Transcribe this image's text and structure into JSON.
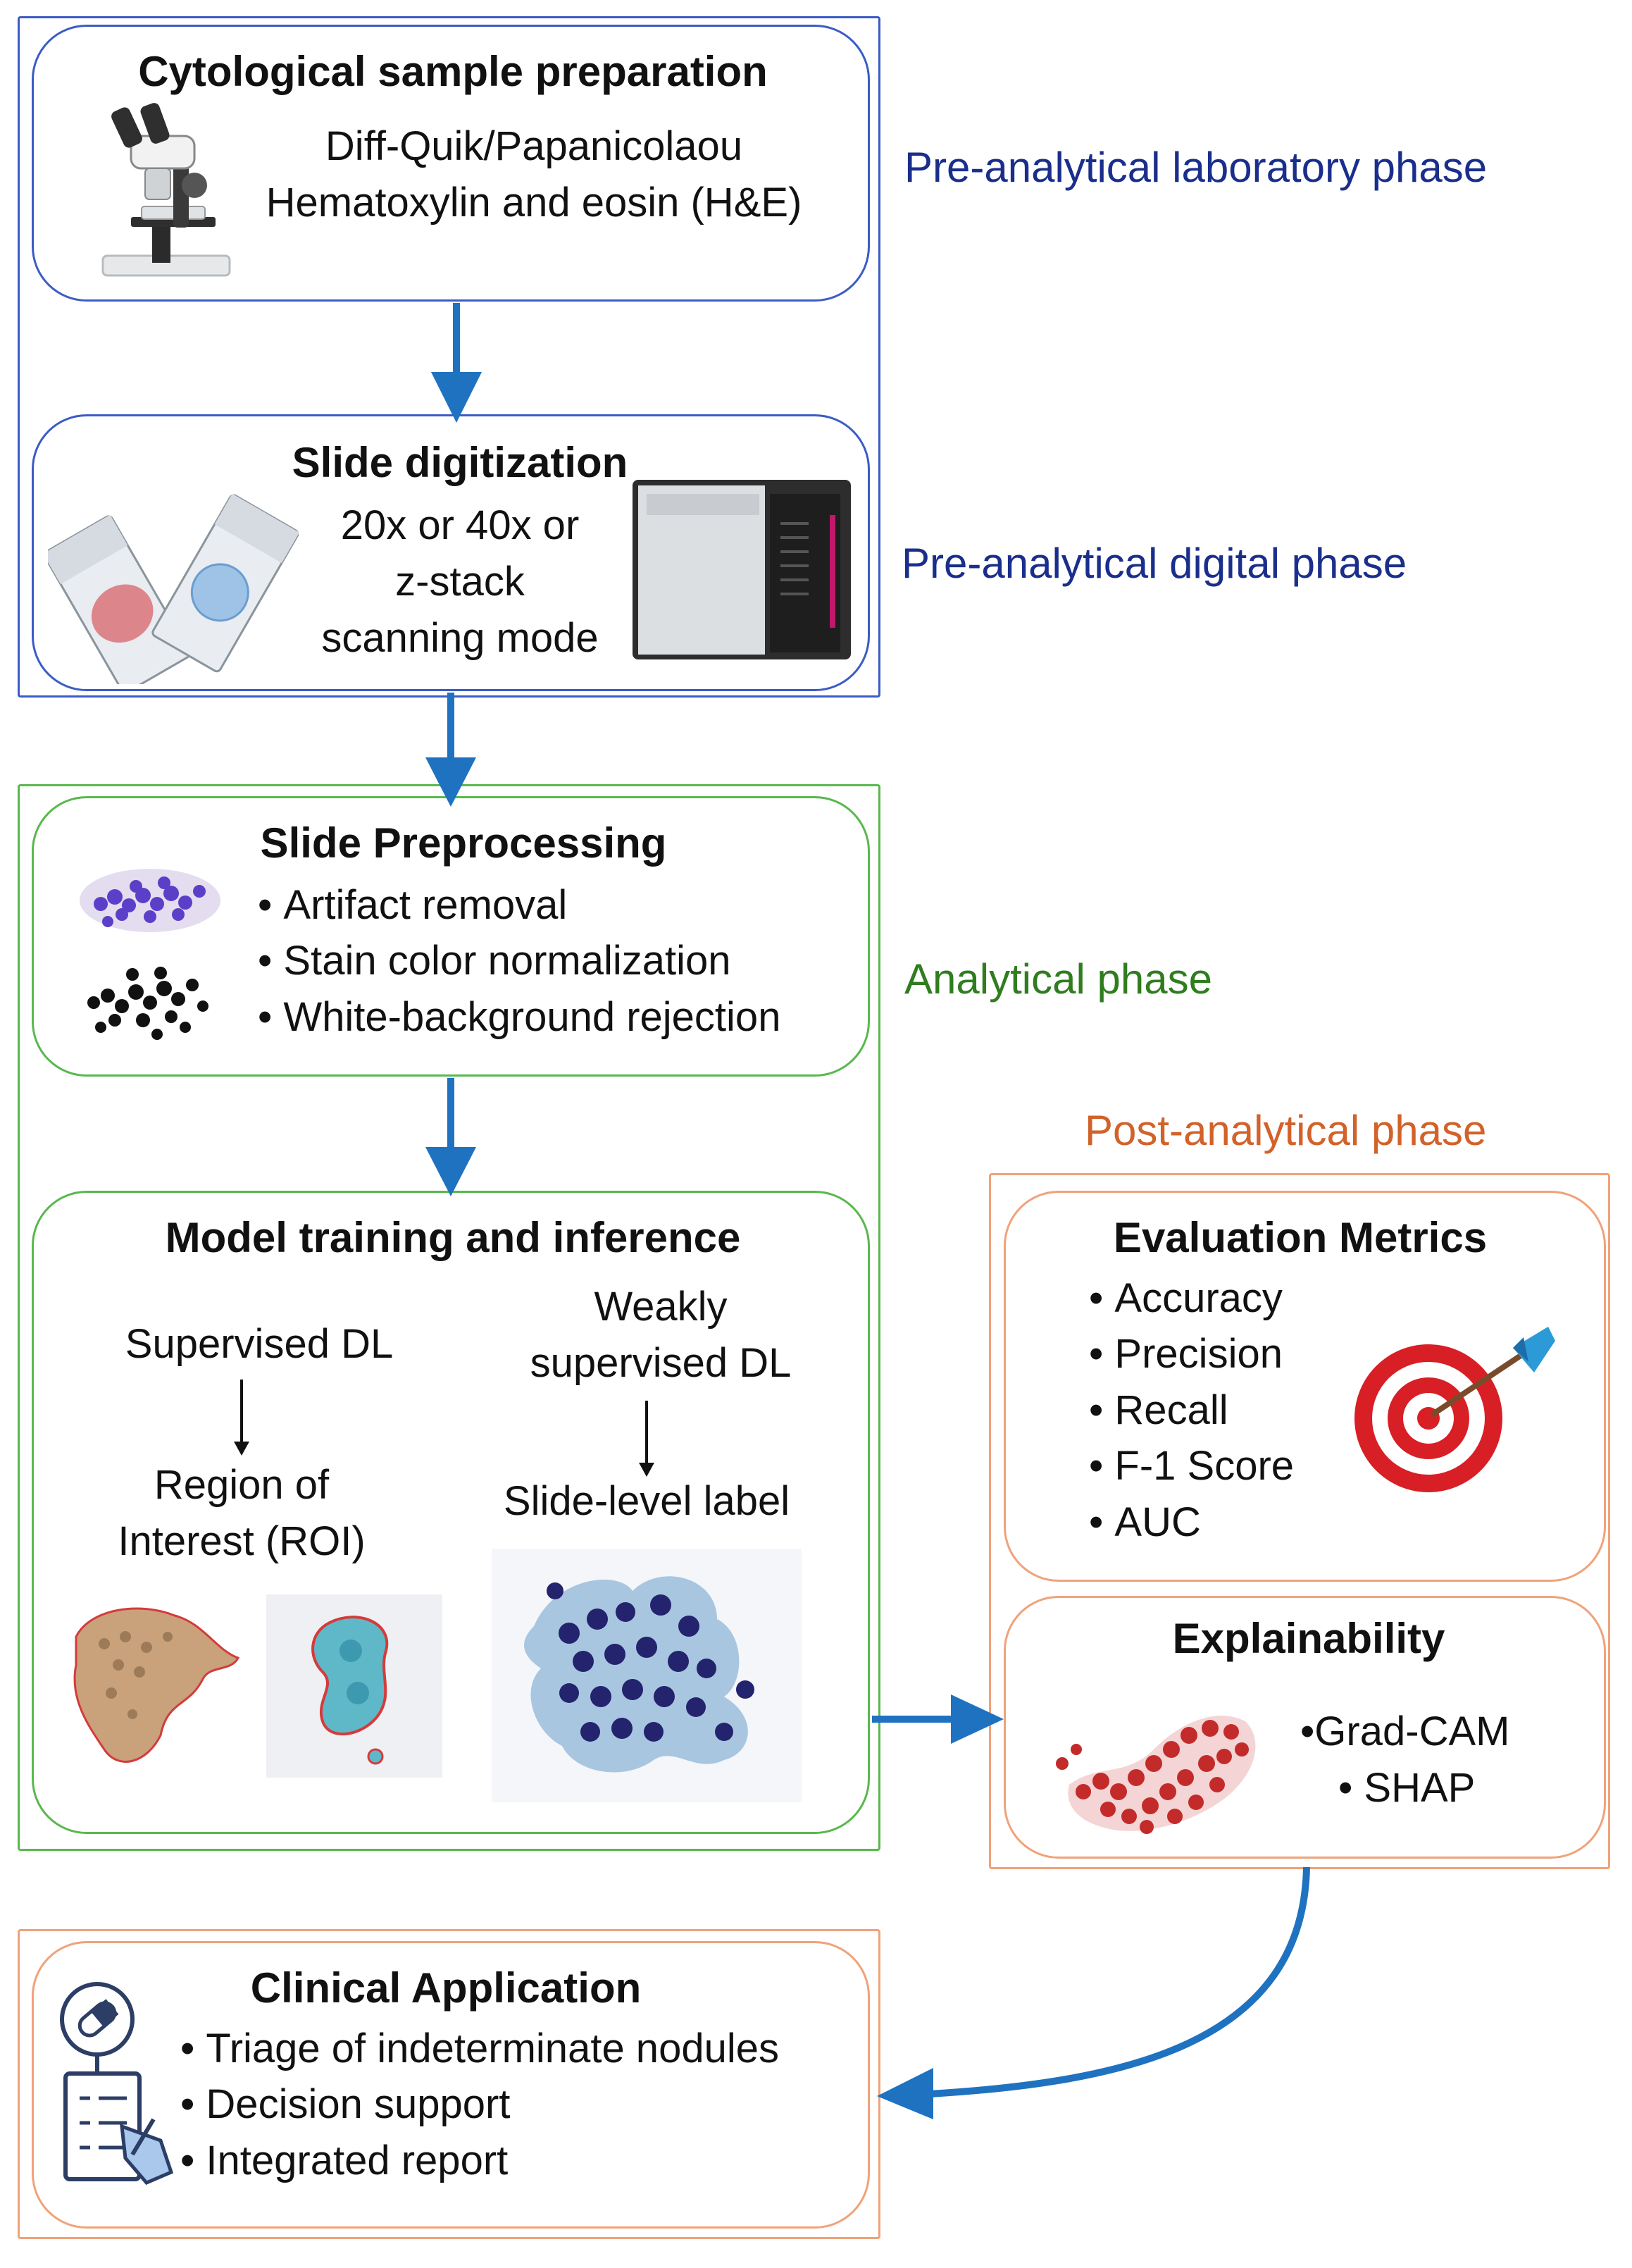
{
  "colors": {
    "pre_analytical": "#3b5cc6",
    "analytical": "#59b84d",
    "post_analytical": "#f0a27a",
    "arrow": "#1f72c0",
    "label_blue": "#1a2e8c",
    "label_green": "#2f7d1f",
    "label_orange": "#d2622a"
  },
  "phases": {
    "pre_lab": "Pre-analytical laboratory phase",
    "pre_digital": "Pre-analytical digital phase",
    "analytical": "Analytical phase",
    "post": "Post-analytical phase"
  },
  "sample_prep": {
    "title": "Cytological sample preparation",
    "lines": [
      "Diff-Quik/Papanicolaou",
      "Hematoxylin and eosin (H&E)"
    ],
    "icon": "microscope-icon"
  },
  "digitization": {
    "title": "Slide digitization",
    "lines": [
      "20x or 40x or",
      "z-stack",
      "scanning mode"
    ],
    "icons": [
      "glass-slide-icon",
      "slide-scanner-icon"
    ]
  },
  "preprocessing": {
    "title": "Slide Preprocessing",
    "bullets": [
      "Artifact removal",
      "Stain color normalization",
      "White-background rejection"
    ],
    "icon": "cell-cluster-icon"
  },
  "model": {
    "title": "Model training and inference",
    "supervised": "Supervised DL",
    "roi_lines": [
      "Region of",
      "Interest (ROI)"
    ],
    "weakly_lines": [
      "Weakly",
      "supervised DL"
    ],
    "slide_label": "Slide-level label",
    "icons": [
      "roi-annotation-image",
      "cytology-cells-image"
    ]
  },
  "evaluation": {
    "title": "Evaluation Metrics",
    "bullets": [
      "Accuracy",
      "Precision",
      "Recall",
      "F-1 Score",
      "AUC"
    ],
    "icon": "target-icon"
  },
  "explainability": {
    "title": "Explainability",
    "items": [
      "•Grad-CAM",
      "• SHAP"
    ],
    "icon": "heatmap-cells-icon"
  },
  "clinical": {
    "title": "Clinical Application",
    "bullets": [
      "Triage of indeterminate nodules",
      "Decision support",
      "Integrated report"
    ],
    "icon": "clipboard-pill-icon"
  }
}
